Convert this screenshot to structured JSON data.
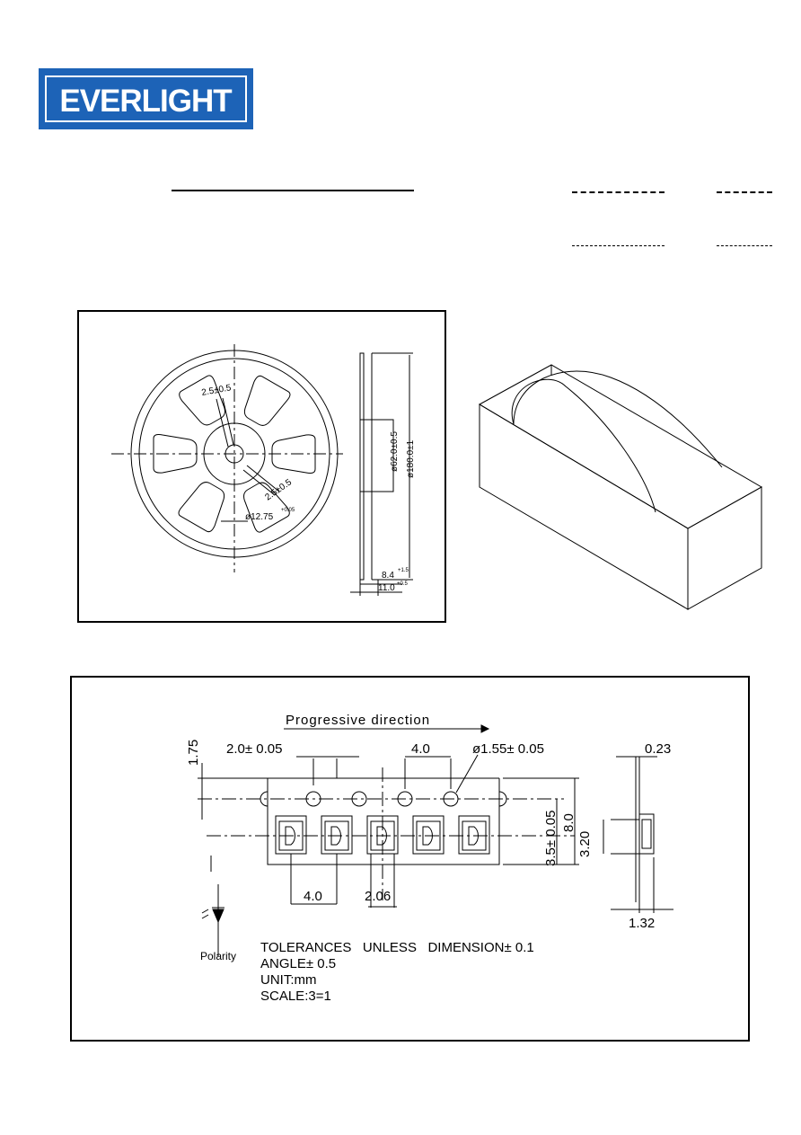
{
  "logo": {
    "text": "EVERLIGHT",
    "color": "#1d63b7"
  },
  "reel": {
    "dims": {
      "slot_width": "2.5±0.5",
      "slot_width_2": "2.5±0.5",
      "hub_diameter": "ø12.75",
      "hub_tol": "+0.05",
      "hub_tol_low": "-0",
      "outer_diameter": "ø180.0±1",
      "inner_diameter": "ø62.0±0.5",
      "tape_width": "8.4",
      "tape_width_tol": "+1.5",
      "tape_width_tol_low": "-0",
      "reel_width": "11.0",
      "reel_width_tol": "+0.5",
      "reel_width_tol_low": "-0"
    }
  },
  "tape": {
    "direction_label": "Progressive direction",
    "dims": {
      "pitch_hole": "2.0± 0.05",
      "pitch": "4.0",
      "hole_dia": "ø1.55± 0.05",
      "thickness": "0.23",
      "edge": "1.75",
      "center": "3.5± 0.05",
      "width": "8.0",
      "pocket_depth": "3.20",
      "pocket_pitch": "4.0",
      "pocket_width": "2.06",
      "side_width": "1.32"
    },
    "polarity_label": "Polarity",
    "notes": [
      "TOLERANCES   UNLESS   DIMENSION± 0.1",
      "ANGLE± 0.5",
      "UNIT:mm",
      "SCALE:3=1"
    ]
  }
}
